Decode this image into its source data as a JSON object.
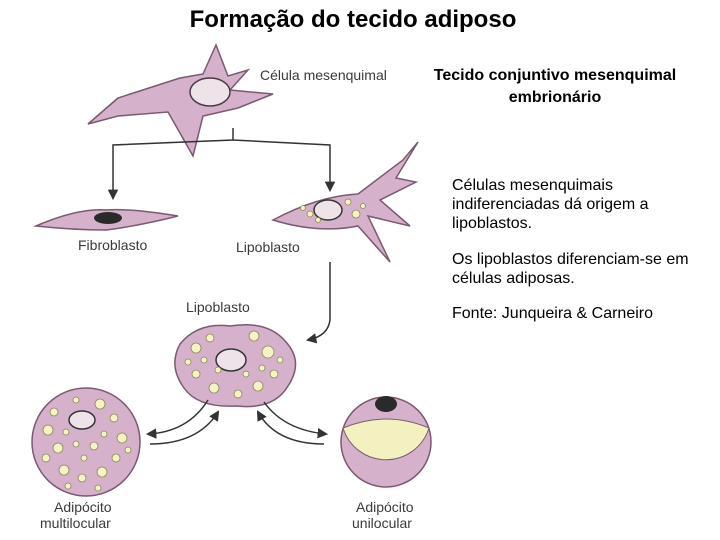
{
  "title": "Formação do tecido adiposo",
  "text_panel": {
    "heading_line1": "Tecido conjuntivo mesenquimal",
    "heading_line2": "embrionário",
    "paragraph1": "Células mesenquimais indiferenciadas dá origem a lipoblastos.",
    "paragraph2": "Os lipoblastos diferenciam-se em células adiposas.",
    "source": "Fonte: Junqueira & Carneiro"
  },
  "figure": {
    "label_mesenchymal": "Célula mesenquimal",
    "label_fibroblast": "Fibroblasto",
    "label_lipoblast_top": "Lipoblasto",
    "label_lipoblast_mid": "Lipoblasto",
    "label_multilocular_line1": "Adipócito",
    "label_multilocular_line2": "multilocular",
    "label_unilocular_line1": "Adipócito",
    "label_unilocular_line2": "unilocular"
  },
  "colors": {
    "cell_fill": "#d6b1cc",
    "cell_stroke": "#7a5a70",
    "nucleus": "#2a2a2a",
    "lipid_droplet": "#f4f2c6",
    "large_lipid": "#f3f1bf"
  }
}
